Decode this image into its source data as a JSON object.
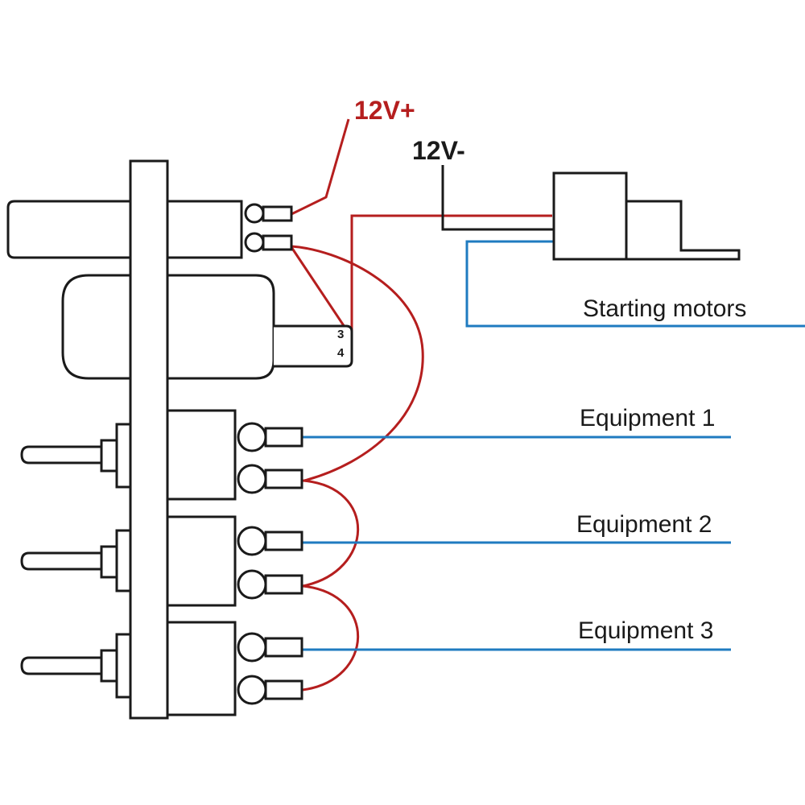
{
  "labels": {
    "positive": "12V+",
    "negative": "12V-",
    "starting_motors": "Starting motors",
    "equipment_1": "Equipment 1",
    "equipment_2": "Equipment 2",
    "equipment_3": "Equipment 3",
    "pin_3": "3",
    "pin_4": "4"
  },
  "colors": {
    "positive_wire": "#b51e1e",
    "signal_wire": "#1f7bc0",
    "negative_wire": "#1a1a1a"
  }
}
